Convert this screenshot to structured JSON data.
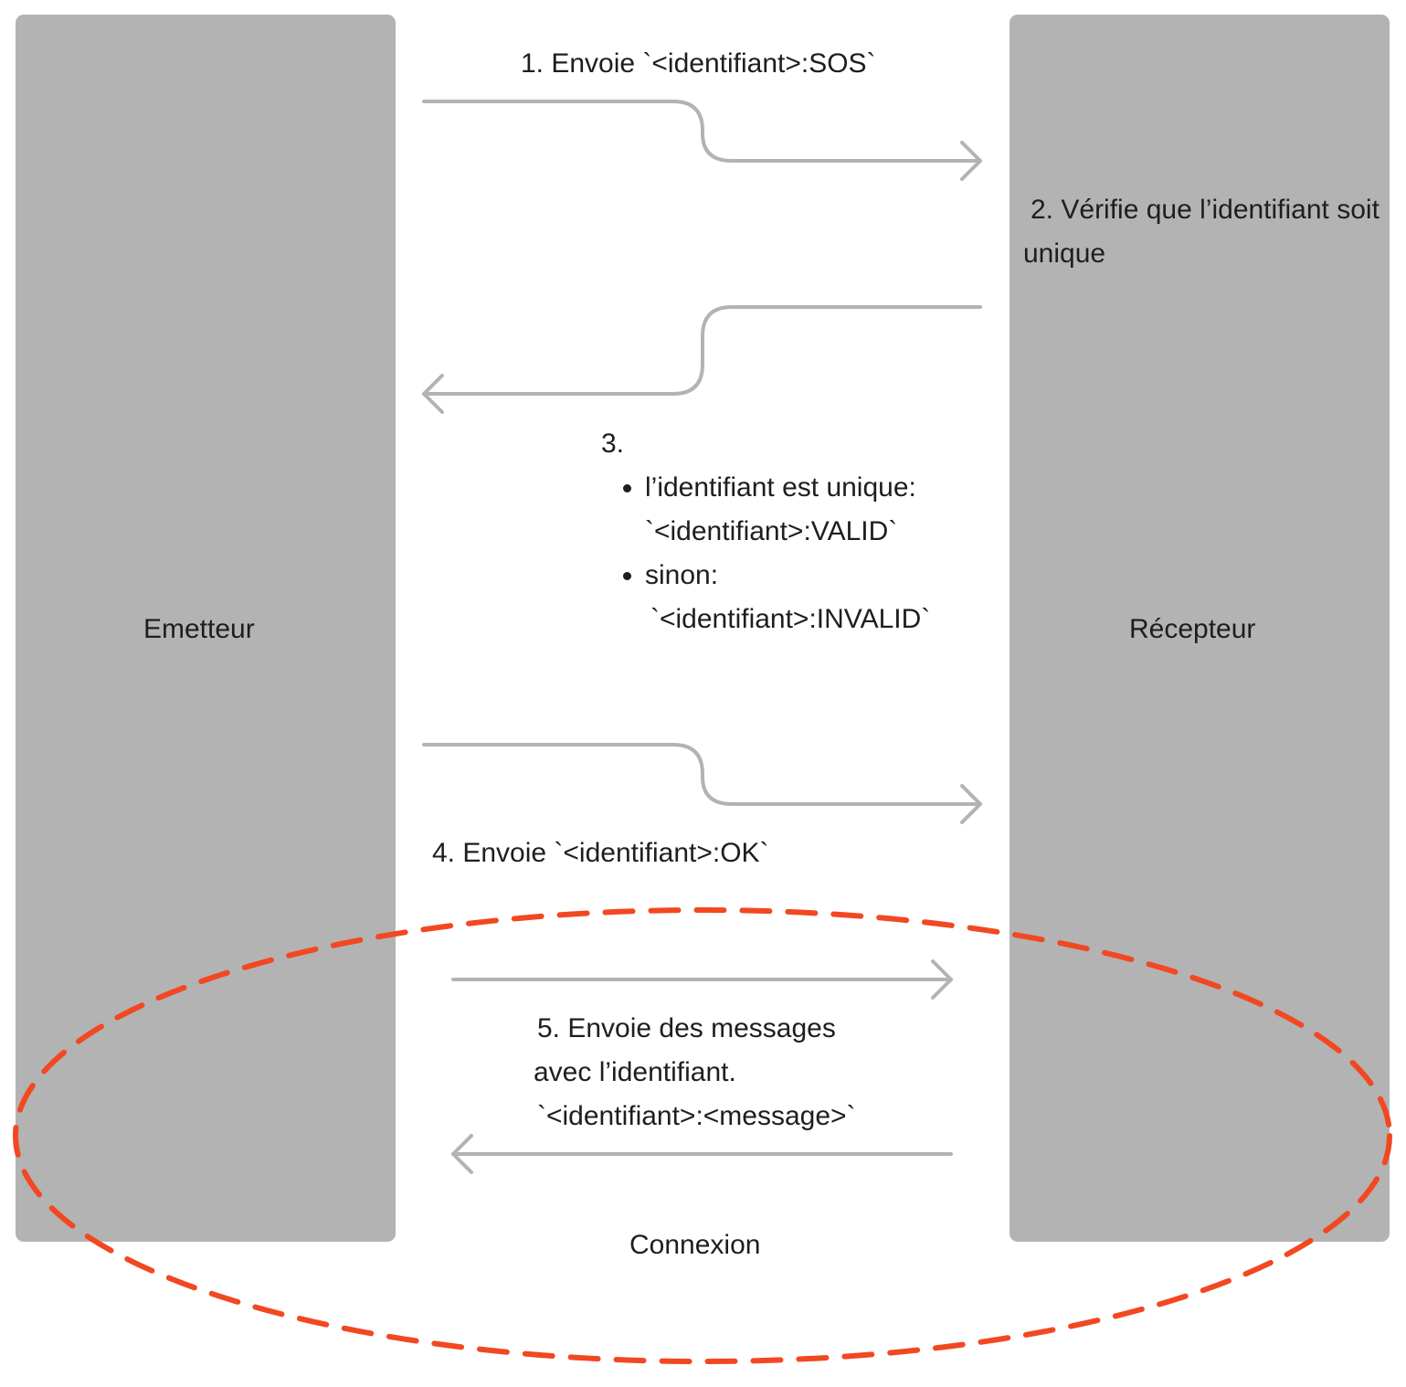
{
  "actors": {
    "left": "Emetteur",
    "right": "Récepteur"
  },
  "steps": {
    "step1": "1. Envoie `<identifiant>:SOS`",
    "step2_num": "2.",
    "step2_text": "Vérifie que l’identifiant soit unique",
    "step3_num": "3.",
    "step3_items": [
      {
        "line1": "l’identifiant est unique:",
        "line2": "`<identifiant>:VALID`"
      },
      {
        "line1": "sinon:",
        "line2": "`<identifiant>:INVALID`"
      }
    ],
    "step4": "4. Envoie `<identifiant>:OK`",
    "step5_line1": " 5. Envoie des messages",
    "step5_line2": "avec l’identifiant.",
    "step5_line3": "`<identifiant>:<message>`"
  },
  "region": {
    "label": "Connexion"
  },
  "colors": {
    "actor_fill": "#b3b3b3",
    "arrow_stroke": "#b3b3b3",
    "region_stroke": "#f24822",
    "text": "#1e1e1e"
  }
}
